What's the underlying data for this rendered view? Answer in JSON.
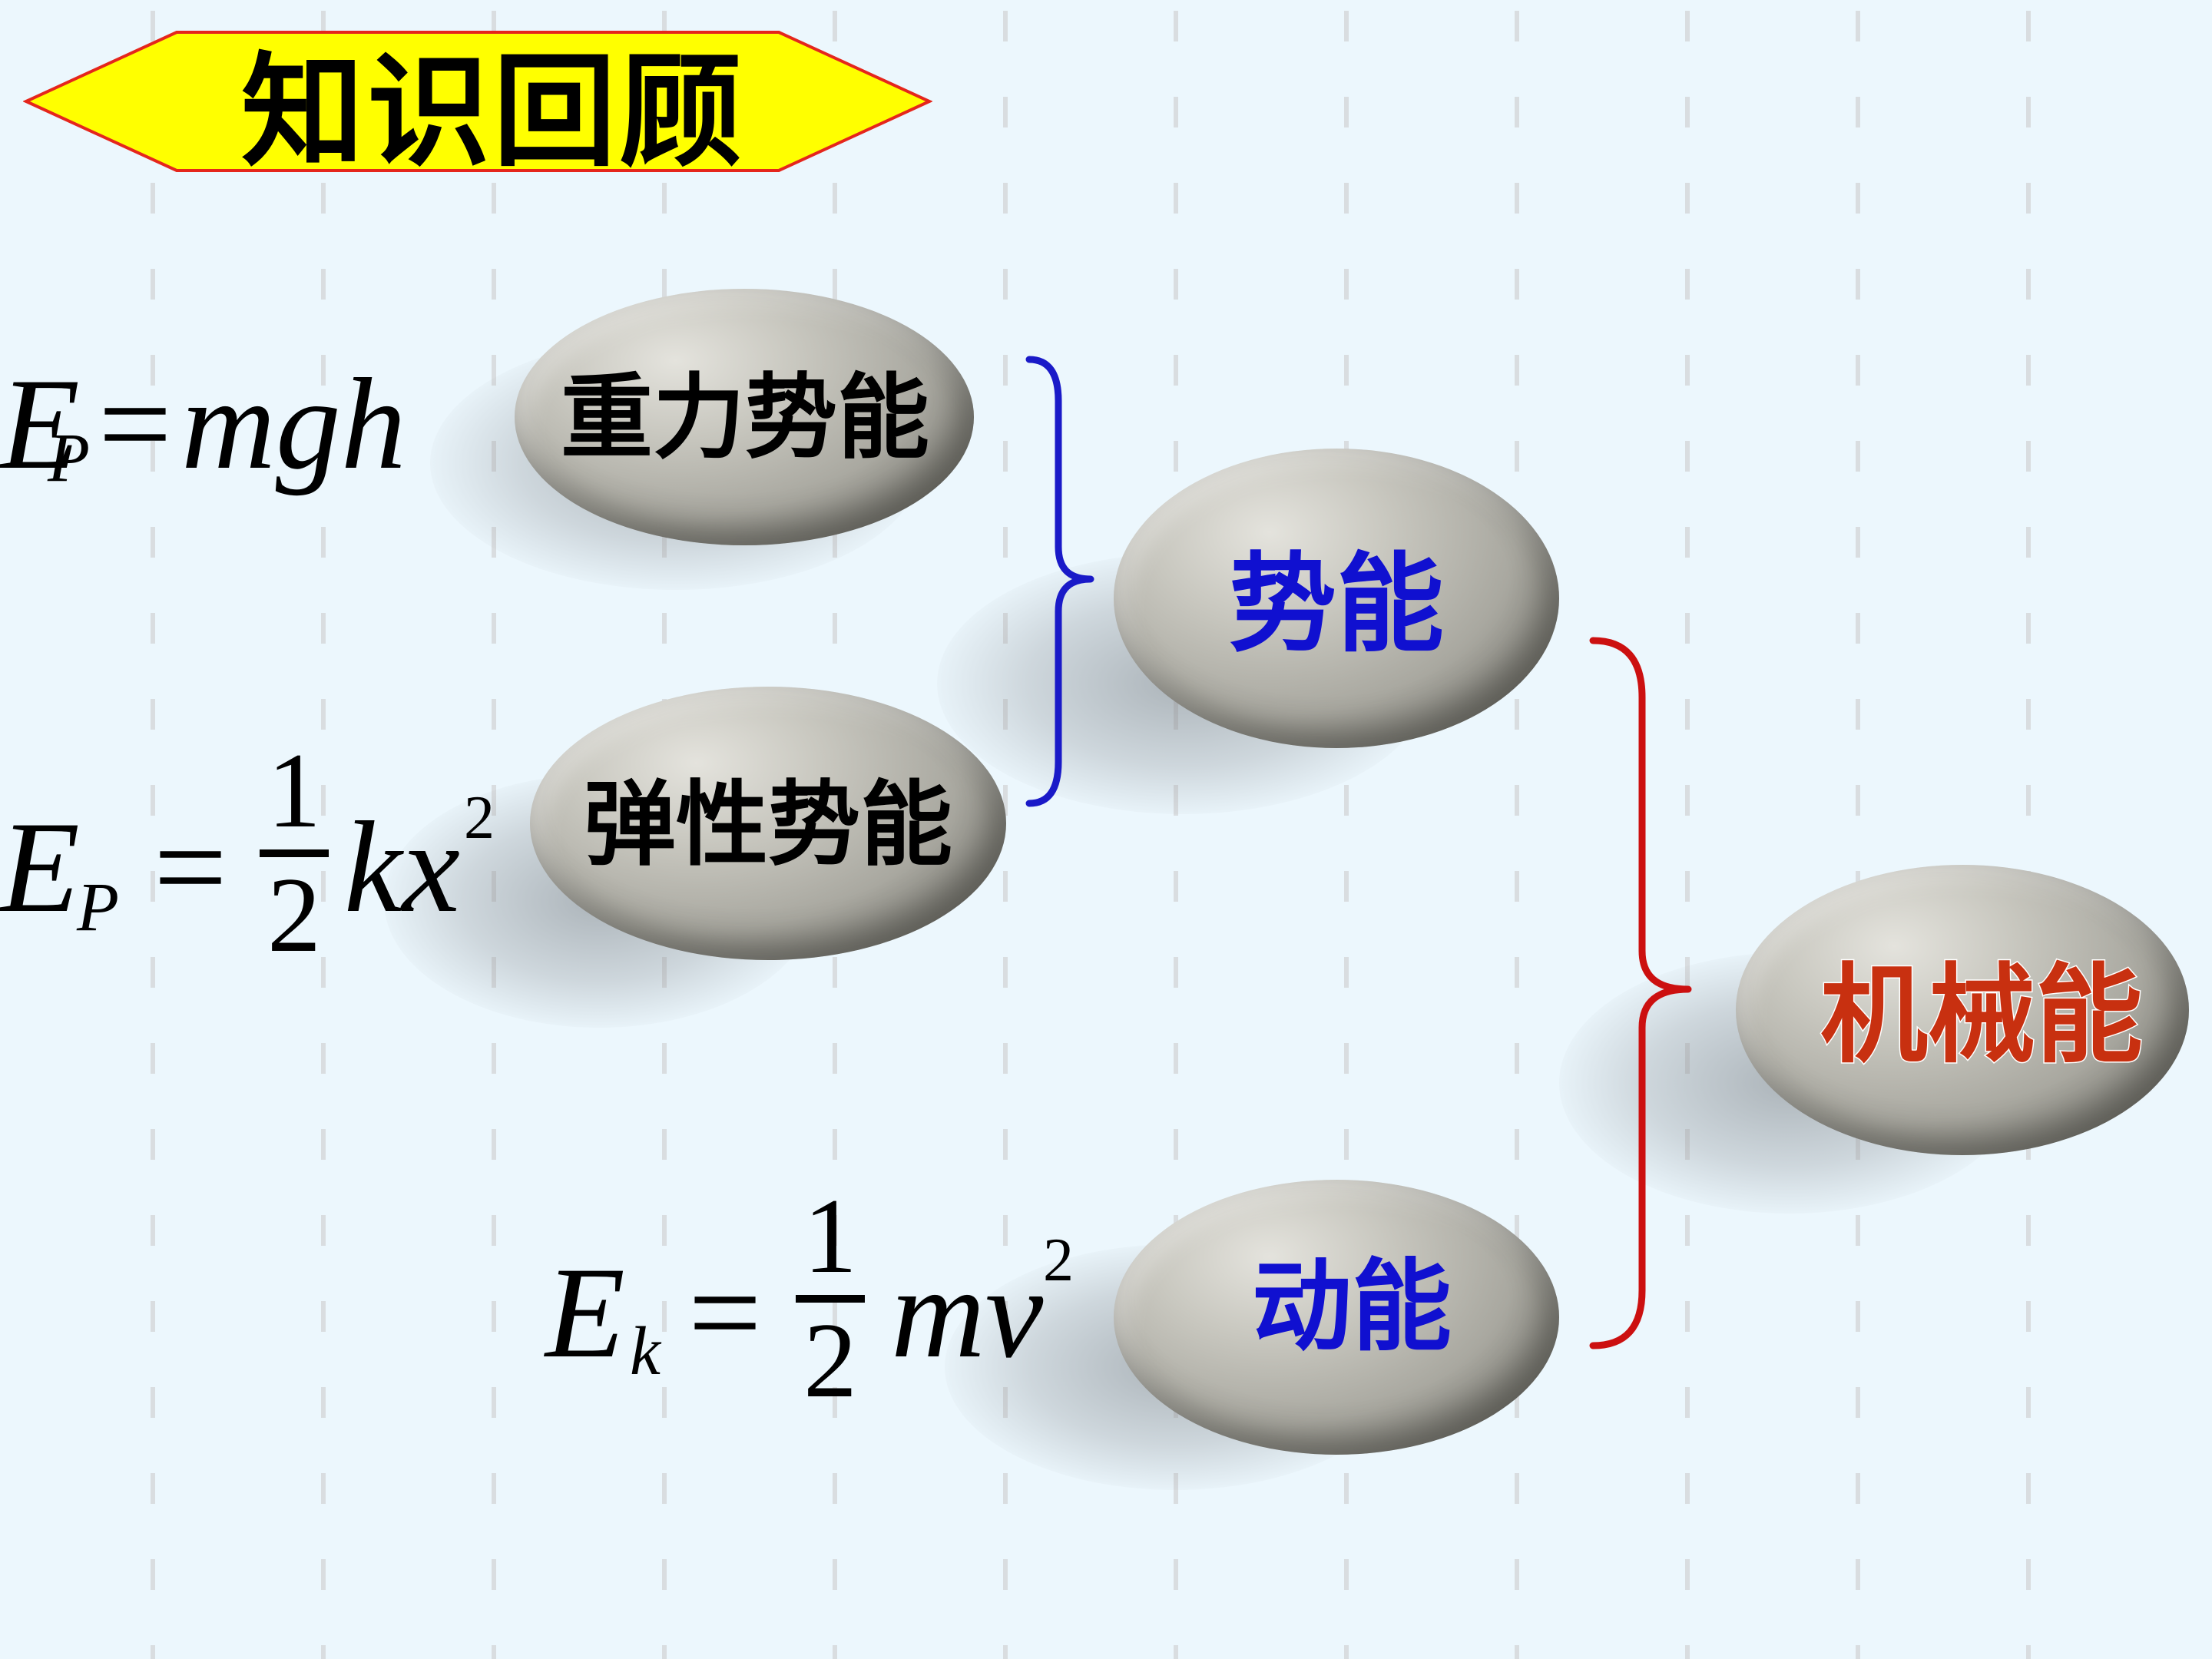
{
  "title": "知识回顾",
  "stones": {
    "gravity_pe": "重力势能",
    "elastic_pe": "弹性势能",
    "potential": "势能",
    "kinetic": "动能",
    "mechanical": "机械能"
  },
  "formulas": {
    "gravity": {
      "lhs": "E",
      "sub": "P",
      "eq": "=",
      "rhs": "mgh"
    },
    "elastic": {
      "lhs": "E",
      "sub": "P",
      "eq": "=",
      "num": "1",
      "den": "2",
      "var": "kx",
      "sup": "2"
    },
    "kinetic": {
      "lhs": "E",
      "sub": "k",
      "eq": "=",
      "num": "1",
      "den": "2",
      "var": "mv",
      "sup": "2"
    }
  },
  "colors": {
    "banner_fill": "#ffff00",
    "banner_stroke": "#e5261c",
    "potential_text": "#1010d0",
    "kinetic_text": "#1010d0",
    "mechanical_text": "#c83010",
    "blue_bracket": "#1a1ac8",
    "red_bracket": "#cc1010"
  }
}
